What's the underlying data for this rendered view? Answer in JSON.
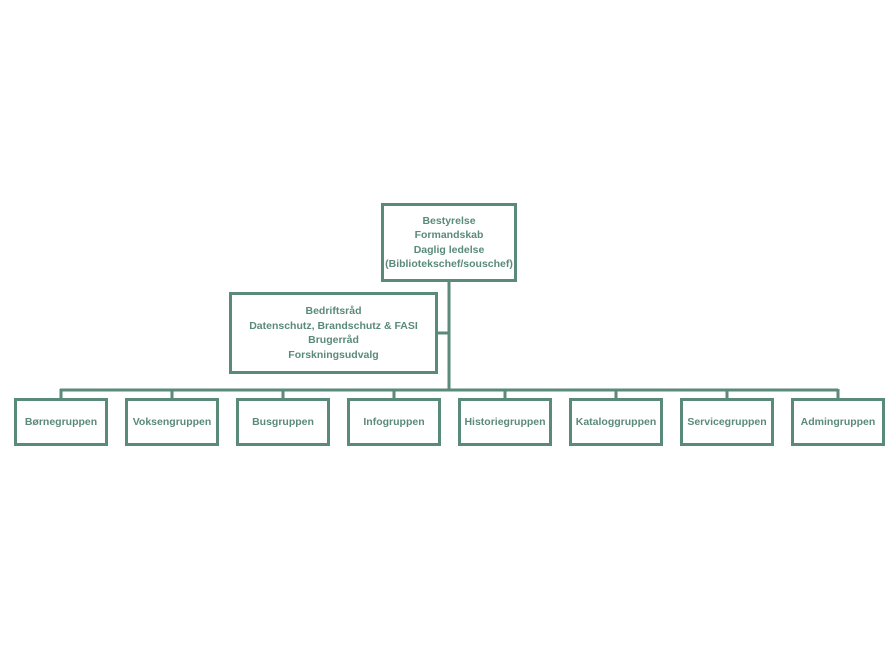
{
  "colors": {
    "line": "#5a8a78",
    "text": "#5a8a78",
    "background": "#ffffff"
  },
  "top": {
    "lines": [
      "Bestyrelse",
      "Formandskab",
      "Daglig ledelse",
      "(Bibliotekschef/souschef)"
    ]
  },
  "staff": {
    "lines": [
      "Bedriftsråd",
      "Datenschutz, Brandschutz & FASI",
      "Brugerråd",
      "Forskningsudvalg"
    ]
  },
  "groups": [
    "Børnegruppen",
    "Voksengruppen",
    "Busgruppen",
    "Infogruppen",
    "Historiegruppen",
    "Kataloggruppen",
    "Servicegruppen",
    "Admingruppen"
  ]
}
